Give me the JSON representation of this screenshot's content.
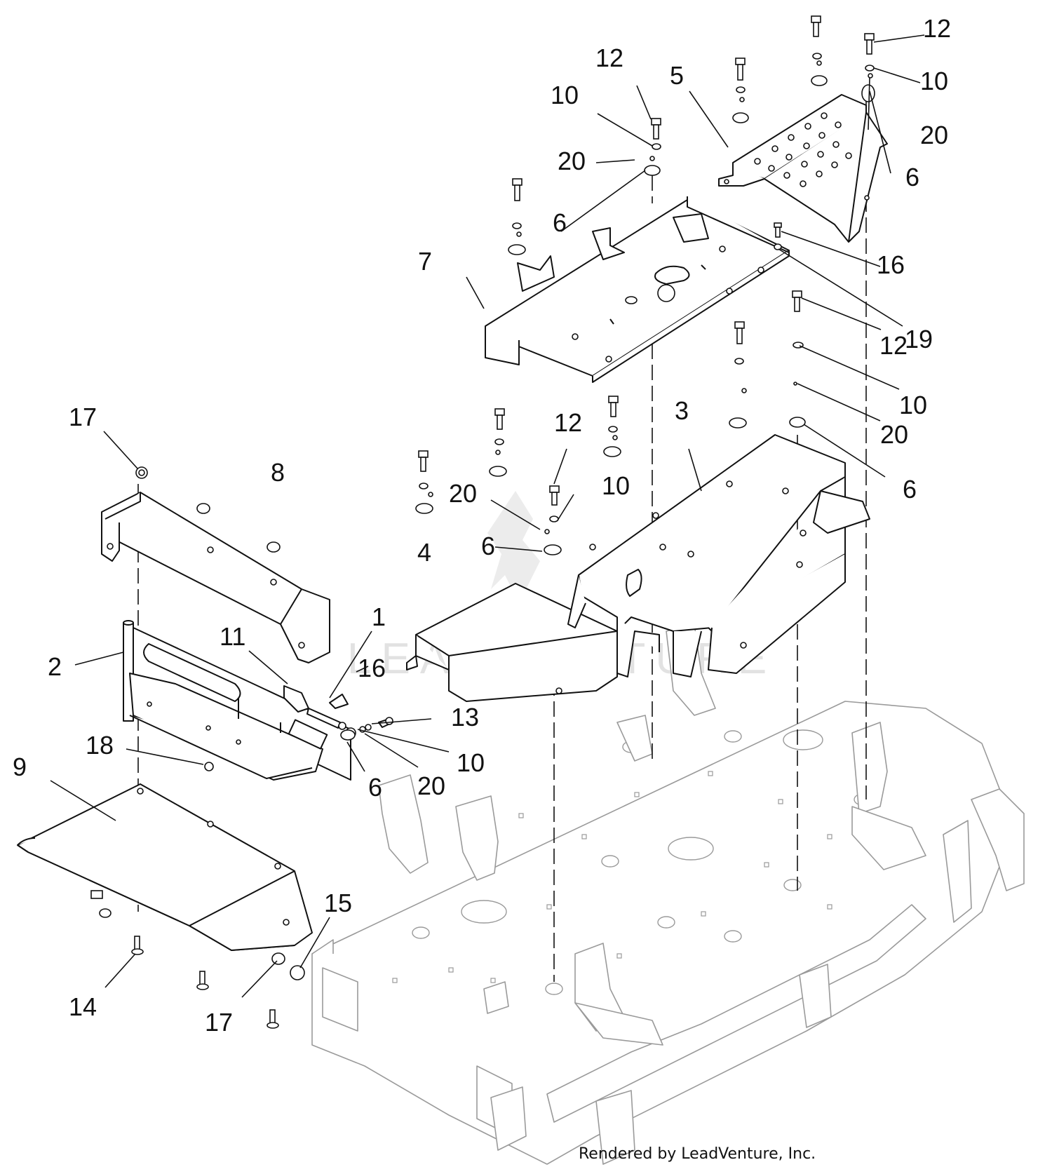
{
  "diagram": {
    "callouts": [
      "1",
      "2",
      "3",
      "4",
      "5",
      "6",
      "7",
      "8",
      "9",
      "10",
      "11",
      "12",
      "13",
      "14",
      "15",
      "16",
      "17",
      "18",
      "19",
      "20"
    ],
    "footer": "Rendered by LeadVenture, Inc.",
    "watermark": "LEADVENTURE",
    "colors": {
      "line": "#111111",
      "deck_line": "#9a9a9a",
      "watermark": "#e2e2e2"
    }
  }
}
